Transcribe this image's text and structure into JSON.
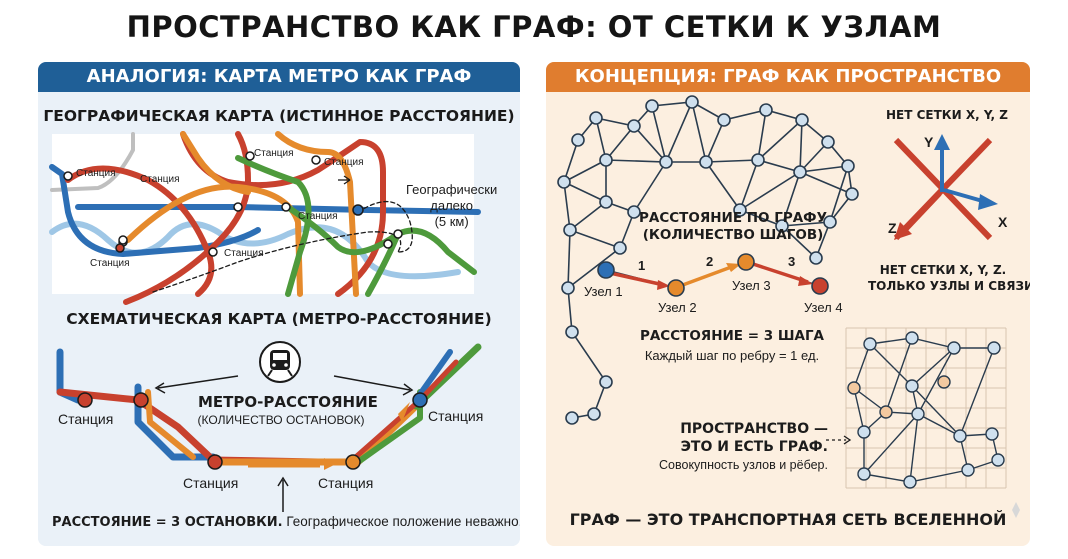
{
  "title": "ПРОСТРАНСТВО КАК ГРАФ: ОТ СЕТКИ К УЗЛАМ",
  "left": {
    "header": "АНАЛОГИЯ: КАРТА МЕТРО КАК ГРАФ",
    "geo_title": "ГЕОГРАФИЧЕСКАЯ КАРТА (ИСТИННОЕ РАССТОЯНИЕ)",
    "station": "Станция",
    "geo_far_1": "Географически",
    "geo_far_2": "далеко",
    "geo_far_3": "(5 км)",
    "schematic_title": "СХЕМАТИЧЕСКАЯ КАРТА (МЕТРО-РАССТОЯНИЕ)",
    "metro_dist": "МЕТРО-РАССТОЯНИЕ",
    "metro_dist_sub": "(КОЛИЧЕСТВО ОСТАНОВОК)",
    "distance_bold": "РАССТОЯНИЕ = 3 ОСТАНОВКИ.",
    "distance_note": "Географическое положение неважно."
  },
  "right": {
    "header": "КОНЦЕПЦИЯ: ГРАФ КАК ПРОСТРАНСТВО",
    "no_grid_top": "НЕТ СЕТКИ X, Y, Z",
    "axis_y": "Y",
    "axis_x": "X",
    "axis_z": "Z",
    "no_grid_1": "НЕТ СЕТКИ X, Y, Z.",
    "no_grid_2": "ТОЛЬКО УЗЛЫ И СВЯЗИ.",
    "graph_dist_1": "РАССТОЯНИЕ ПО ГРАФУ",
    "graph_dist_2": "(КОЛИЧЕСТВО ШАГОВ)",
    "step_1": "1",
    "step_2": "2",
    "step_3": "3",
    "node_1": "Узел 1",
    "node_2": "Узел 2",
    "node_3": "Узел 3",
    "node_4": "Узел 4",
    "steps_bold": "РАССТОЯНИЕ = 3 ШАГА",
    "steps_note": "Каждый шаг по ребру = 1 ед.",
    "space_1": "ПРОСТРАНСТВО —",
    "space_2": "ЭТО И ЕСТЬ ГРАФ.",
    "space_3": "Совокупность узлов и рёбер.",
    "footer": "ГРАФ — ЭТО ТРАНСПОРТНАЯ СЕТЬ ВСЕЛЕННОЙ"
  },
  "colors": {
    "blue_line": "#2d6fb5",
    "light_blue_line": "#9fc7e6",
    "red_line": "#c8412e",
    "orange_line": "#e58a2c",
    "green_line": "#4e9a3c",
    "grey_line": "#bfbfbf",
    "node_fill": "#cfe0ee",
    "node_stroke": "#2a3c4e",
    "left_header": "#1f5f97",
    "right_header": "#e07d2f"
  }
}
